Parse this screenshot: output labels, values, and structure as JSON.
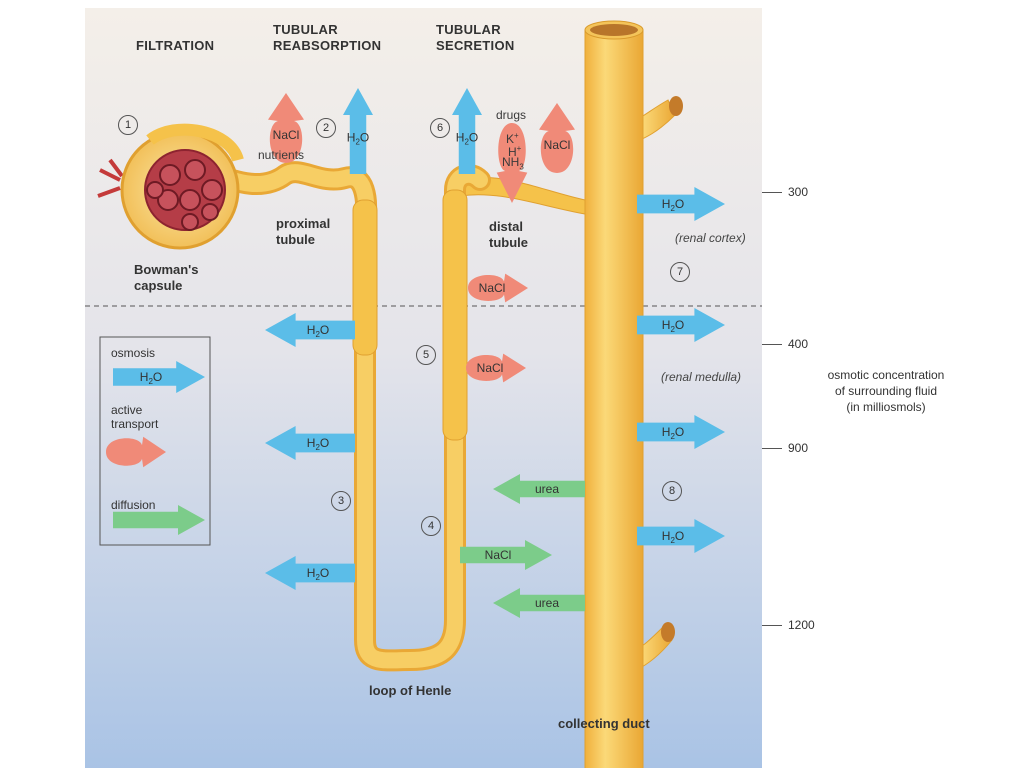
{
  "headers": {
    "filtration": "FILTRATION",
    "tubular_reabsorption_1": "TUBULAR",
    "tubular_reabsorption_2": "REABSORPTION",
    "tubular_secretion_1": "TUBULAR",
    "tubular_secretion_2": "SECRETION"
  },
  "step_numbers": [
    "1",
    "2",
    "3",
    "4",
    "5",
    "6",
    "7",
    "8"
  ],
  "structures": {
    "bowmans_capsule_1": "Bowman's",
    "bowmans_capsule_2": "capsule",
    "proximal_tubule_1": "proximal",
    "proximal_tubule_2": "tubule",
    "distal_tubule_1": "distal",
    "distal_tubule_2": "tubule",
    "loop_of_henle": "loop of Henle",
    "collecting_duct": "collecting duct"
  },
  "substances": {
    "nacl": "NaCl",
    "nutrients": "nutrients",
    "water_base": "H",
    "water_sub": "2",
    "water_o": "O",
    "drugs": "drugs",
    "k": "K",
    "h": "H",
    "nh": "NH",
    "nh_sub": "3",
    "plus": "+",
    "urea": "urea"
  },
  "regions": {
    "renal_cortex": "(renal cortex)",
    "renal_medulla": "(renal medulla)"
  },
  "legend": {
    "osmosis": "osmosis",
    "active_transport_1": "active",
    "active_transport_2": "transport",
    "diffusion": "diffusion"
  },
  "scale": {
    "ticks": [
      "300",
      "400",
      "900",
      "1200"
    ],
    "title_1": "osmotic concentration",
    "title_2": "of surrounding fluid",
    "title_3": "(in milliosmols)"
  },
  "colors": {
    "tube": "#f5c24a",
    "tube_edge": "#e0a030",
    "water_arrow": "#5bbde8",
    "active_arrow": "#f08a78",
    "diffusion_arrow": "#7ccc8a",
    "panel_top": "#f3ede6",
    "panel_bottom": "#a8c4e6"
  }
}
